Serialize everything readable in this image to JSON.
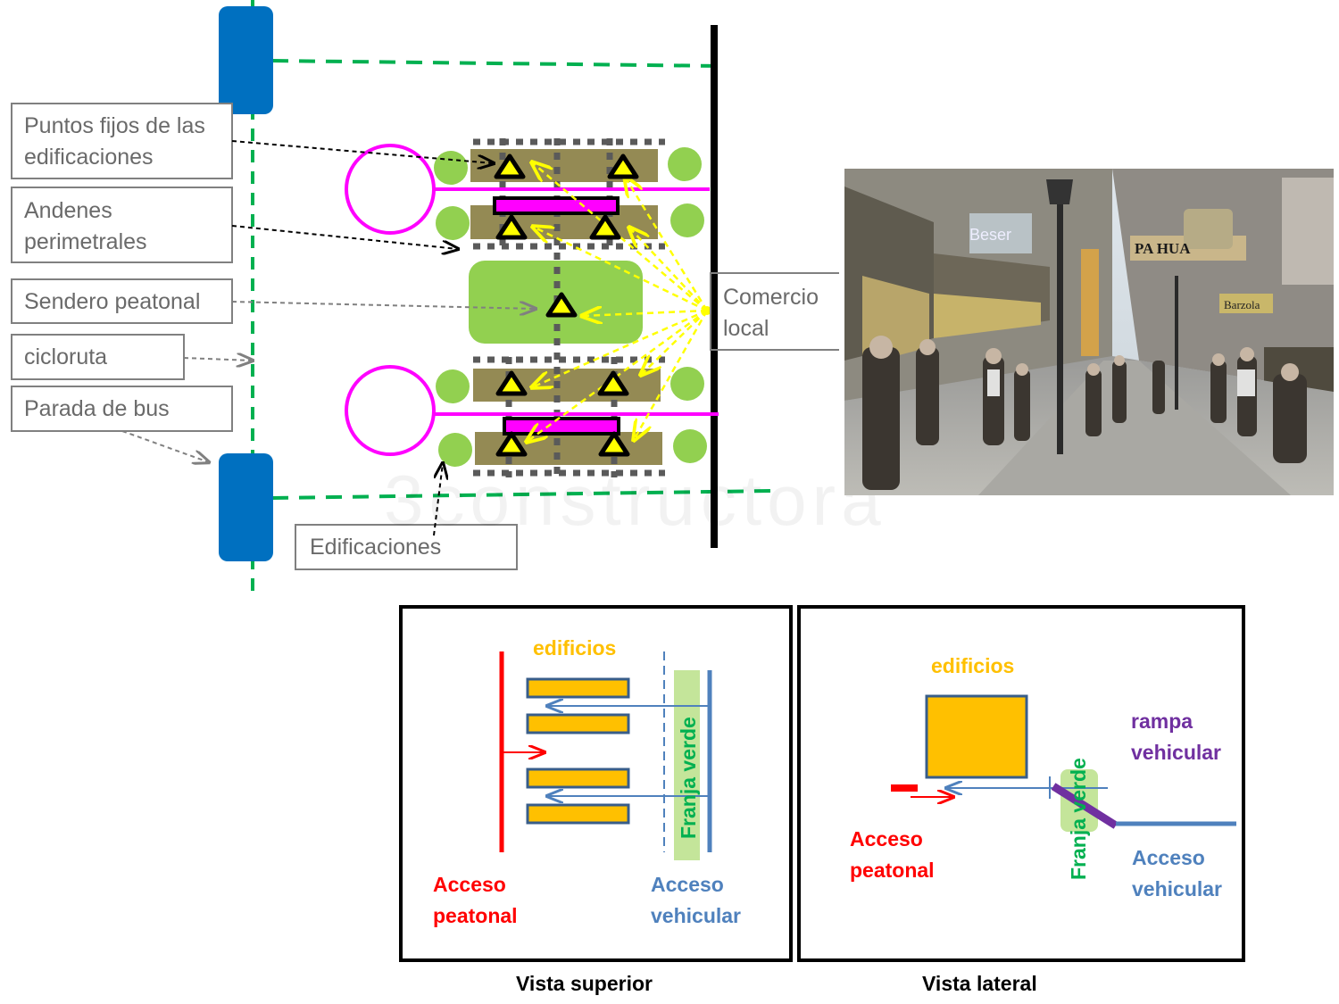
{
  "labels": {
    "puntos_fijos": [
      "Puntos fijos de las",
      "edificaciones"
    ],
    "andenes": [
      "Andenes",
      "perimetrales"
    ],
    "sendero": "Sendero peatonal",
    "cicloruta": "cicloruta",
    "parada": "Parada de bus",
    "comercio": [
      "Comercio",
      "local"
    ],
    "edificaciones": "Edificaciones"
  },
  "watermark": "3constructora",
  "photo_signs": {
    "beser": "Beser",
    "panhua": "PA  HUA",
    "barzola": "Barzola"
  },
  "vista_superior": {
    "title": "Vista superior",
    "edificios": "edificios",
    "franja": "Franja verde",
    "acceso_peatonal": [
      "Acceso",
      "peatonal"
    ],
    "acceso_vehicular": [
      "Acceso",
      "vehicular"
    ]
  },
  "vista_lateral": {
    "title": "Vista lateral",
    "edificios": "edificios",
    "franja": "Franja verde",
    "rampa": [
      "rampa",
      "vehicular"
    ],
    "acceso_peatonal": [
      "Acceso",
      "peatonal"
    ],
    "acceso_vehicular": [
      "Acceso",
      "vehicular"
    ]
  },
  "colors": {
    "bus_blue": "#0070C0",
    "cicloruta_green": "#00B050",
    "magenta": "#FF00FF",
    "building_olive": "#948A54",
    "tree_green": "#92D050",
    "marker_yellow": "#FFFF00",
    "edificio_orange": "#FFC000",
    "acceso_red": "#FF0000",
    "acceso_blue": "#4F81BD",
    "rampa_purple": "#7030A0",
    "label_gray": "#808080"
  }
}
